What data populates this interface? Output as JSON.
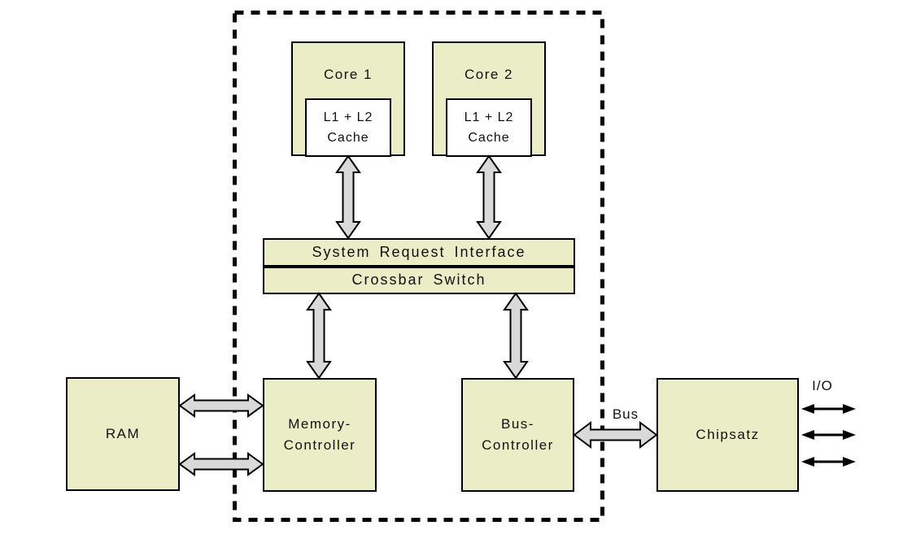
{
  "diagram": {
    "colors": {
      "box_fill": "#ebedc7",
      "cache_fill": "#ffffff",
      "arrow_fill": "#d9d9d9",
      "outline": "#000000",
      "io_arrow": "#000000",
      "background": "#ffffff"
    },
    "nodes": {
      "core1": {
        "label": "Core 1"
      },
      "core2": {
        "label": "Core 2"
      },
      "cache1": {
        "line1": "L1 + L2",
        "line2": "Cache"
      },
      "cache2": {
        "line1": "L1 + L2",
        "line2": "Cache"
      },
      "system_request_interface": {
        "label": "System Request Interface"
      },
      "crossbar_switch": {
        "label": "Crossbar Switch"
      },
      "ram": {
        "label": "RAM"
      },
      "memory_controller": {
        "line1": "Memory-",
        "line2": "Controller"
      },
      "bus_controller": {
        "line1": "Bus-",
        "line2": "Controller"
      },
      "chipset": {
        "label": "Chipsatz"
      }
    },
    "connector_labels": {
      "bus": "Bus",
      "io": "I/O"
    }
  }
}
